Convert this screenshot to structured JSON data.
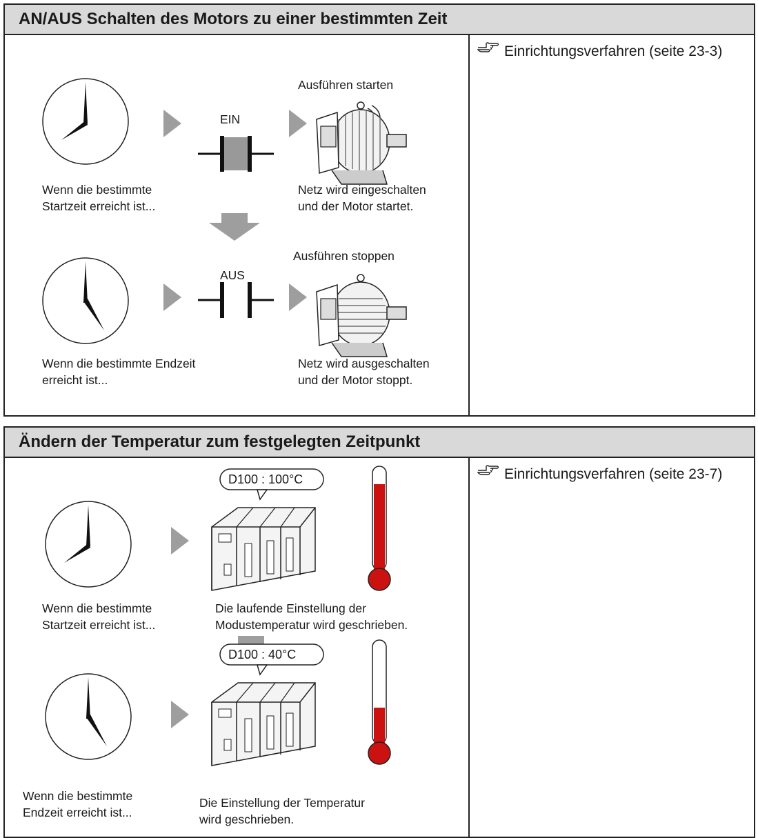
{
  "panels": [
    {
      "title": "AN/AUS Schalten des Motors zu einer bestimmten Zeit",
      "reference": "Einrichtungsverfahren (seite 23-3)",
      "steps": [
        {
          "switch_label": "EIN",
          "motor_caption": "Ausführen starten",
          "clock_caption": [
            "Wenn die bestimmte",
            "Startzeit erreicht ist..."
          ],
          "result_caption": [
            "Netz wird eingeschalten",
            "und der Motor startet."
          ]
        },
        {
          "switch_label": "AUS",
          "motor_caption": "Ausführen stoppen",
          "clock_caption": [
            "Wenn die bestimmte Endzeit",
            "erreicht ist..."
          ],
          "result_caption": [
            "Netz wird ausgeschalten",
            "und der Motor stoppt."
          ]
        }
      ]
    },
    {
      "title": "Ändern der Temperatur zum festgelegten Zeitpunkt",
      "reference": "Einrichtungsverfahren (seite 23-7)",
      "steps": [
        {
          "bubble": "D100 : 100°C",
          "clock_caption": [
            "Wenn die bestimmte",
            "Startzeit erreicht ist..."
          ],
          "result_caption": [
            "Die laufende Einstellung der",
            "Modustemperatur wird geschrieben."
          ],
          "thermometer_level": 0.84
        },
        {
          "bubble": "D100 : 40°C",
          "clock_caption": [
            "Wenn die bestimmte",
            "Endzeit erreicht ist..."
          ],
          "result_caption": [
            "Die Einstellung der Temperatur",
            "wird geschrieben."
          ],
          "thermometer_level": 0.36
        }
      ]
    }
  ],
  "colors": {
    "header_bg": "#d9d9d9",
    "arrow": "#9e9e9e",
    "thermo_red": "#cc1111"
  }
}
